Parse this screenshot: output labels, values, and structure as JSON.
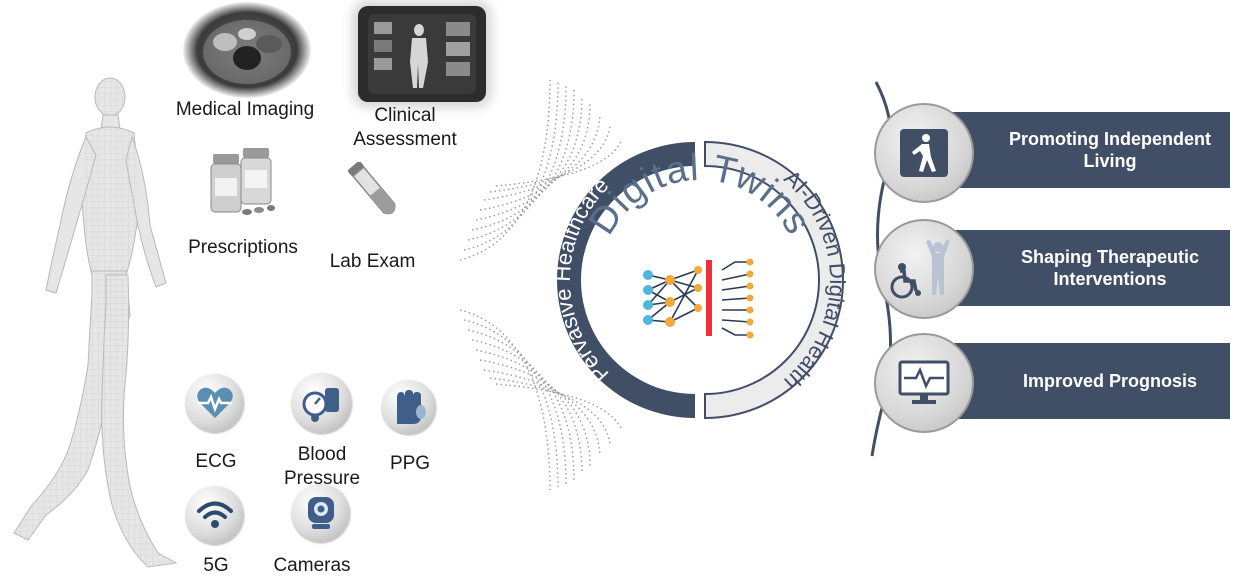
{
  "inputs": {
    "medical_imaging": "Medical Imaging",
    "clinical_assessment": "Clinical Assessment",
    "prescriptions": "Prescriptions",
    "lab_exam": "Lab Exam"
  },
  "sensors": {
    "ecg": "ECG",
    "blood_pressure": "Blood Pressure",
    "ppg": "PPG",
    "five_g": "5G",
    "cameras": "Cameras"
  },
  "center": {
    "title": "Digital Twins",
    "left_arc": "Pervasive Healthcare",
    "right_arc": "AI-Driven Digital Health"
  },
  "outcomes": [
    {
      "label": "Promoting Independent Living",
      "icon": "walking-person-icon"
    },
    {
      "label": "Shaping Therapeutic Interventions",
      "icon": "wheelchair-icon"
    },
    {
      "label": "Improved Prognosis",
      "icon": "monitor-pulse-icon"
    }
  ],
  "colors": {
    "dark_navy": "#404e66",
    "arc_light": "#ececec",
    "network_blue": "#4fb6e0",
    "network_orange": "#f2a93b",
    "network_red": "#e8333a",
    "network_lines": "#2b3a55"
  }
}
